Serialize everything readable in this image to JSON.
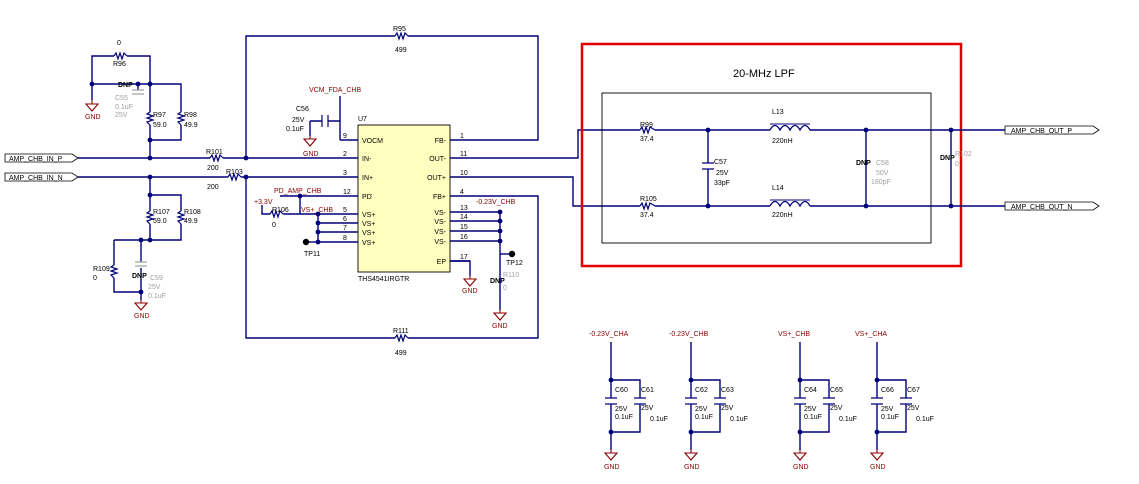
{
  "title": "20-MHz LPF",
  "ic": {
    "ref": "U7",
    "part": "THS4541IRGTR",
    "left_pins": [
      {
        "num": "9",
        "name": "VOCM"
      },
      {
        "num": "2",
        "name": "IN-"
      },
      {
        "num": "3",
        "name": "IN+"
      },
      {
        "num": "12",
        "name": "PD"
      },
      {
        "num": "5",
        "name": "VS+"
      },
      {
        "num": "6",
        "name": "VS+"
      },
      {
        "num": "7",
        "name": "VS+"
      },
      {
        "num": "8",
        "name": "VS+"
      }
    ],
    "right_pins": [
      {
        "num": "1",
        "name": "FB-"
      },
      {
        "num": "11",
        "name": "OUT-"
      },
      {
        "num": "10",
        "name": "OUT+"
      },
      {
        "num": "4",
        "name": "FB+"
      },
      {
        "num": "13",
        "name": "VS-"
      },
      {
        "num": "14",
        "name": "VS-"
      },
      {
        "num": "15",
        "name": "VS-"
      },
      {
        "num": "16",
        "name": "VS-"
      },
      {
        "num": "17",
        "name": "EP"
      }
    ]
  },
  "ports": {
    "in_p": "AMP_CHB_IN_P",
    "in_n": "AMP_CHB_IN_N",
    "out_p": "AMP_CHB_OUT_P",
    "out_n": "AMP_CHB_OUT_N"
  },
  "nets": {
    "vcm": "VCM_FDA_CHB",
    "pd": "PD_AMP_CHB",
    "p33": "+3.3V",
    "vsp_chb": "VS+_CHB",
    "vsp_cha": "VS+_CHA",
    "neg_chb": "-0.23V_CHB",
    "neg_cha": "-0.23V_CHA",
    "gnd": "GND"
  },
  "parts": {
    "r96": {
      "ref": "R96",
      "val": "0"
    },
    "r97": {
      "ref": "R97",
      "val": "59.0"
    },
    "r98": {
      "ref": "R98",
      "val": "49.9"
    },
    "c55": {
      "ref": "C55",
      "val": "0.1uF",
      "volt": "25V"
    },
    "r101": {
      "ref": "R101",
      "val": "200"
    },
    "r103": {
      "ref": "R103",
      "val": "200"
    },
    "r107": {
      "ref": "R107",
      "val": "59.0"
    },
    "r108": {
      "ref": "R108",
      "val": "49.9"
    },
    "r109": {
      "ref": "R109",
      "val": "0"
    },
    "c59": {
      "ref": "C59",
      "val": "0.1uF",
      "volt": "25V"
    },
    "r95": {
      "ref": "R95",
      "val": "499"
    },
    "r111": {
      "ref": "R111",
      "val": "499"
    },
    "c56": {
      "ref": "C56",
      "val": "0.1uF",
      "volt": "25V"
    },
    "r106": {
      "ref": "R106",
      "val": "0"
    },
    "tp11": {
      "ref": "TP11"
    },
    "tp12": {
      "ref": "TP12"
    },
    "r110": {
      "ref": "R110",
      "val": "0"
    },
    "r99": {
      "ref": "R99",
      "val": "37.4"
    },
    "r105": {
      "ref": "R105",
      "val": "37.4"
    },
    "c57": {
      "ref": "C57",
      "val": "33pF",
      "volt": "25V"
    },
    "l13": {
      "ref": "L13",
      "val": "220nH"
    },
    "l14": {
      "ref": "L14",
      "val": "220nH"
    },
    "c58": {
      "ref": "C58",
      "val": "180pF",
      "volt": "50V"
    },
    "r102": {
      "ref": "R102",
      "val": "0"
    },
    "c60": {
      "ref": "C60",
      "val": "0.1uF",
      "volt": "25V"
    },
    "c61": {
      "ref": "C61",
      "val": "0.1uF",
      "volt": "25V"
    },
    "c62": {
      "ref": "C62",
      "val": "0.1uF",
      "volt": "25V"
    },
    "c63": {
      "ref": "C63",
      "val": "0.1uF",
      "volt": "25V"
    },
    "c64": {
      "ref": "C64",
      "val": "0.1uF",
      "volt": "25V"
    },
    "c65": {
      "ref": "C65",
      "val": "0.1uF",
      "volt": "25V"
    },
    "c66": {
      "ref": "C66",
      "val": "0.1uF",
      "volt": "25V"
    },
    "c67": {
      "ref": "C67",
      "val": "0.1uF",
      "volt": "25V"
    }
  },
  "dnp": "DNP",
  "colors": {
    "wire": "#00007b",
    "ic_fill": "#ffffc0",
    "net_label": "#8b0000",
    "highlight": "#e00000",
    "dnp_part": "#a0a0a0"
  }
}
